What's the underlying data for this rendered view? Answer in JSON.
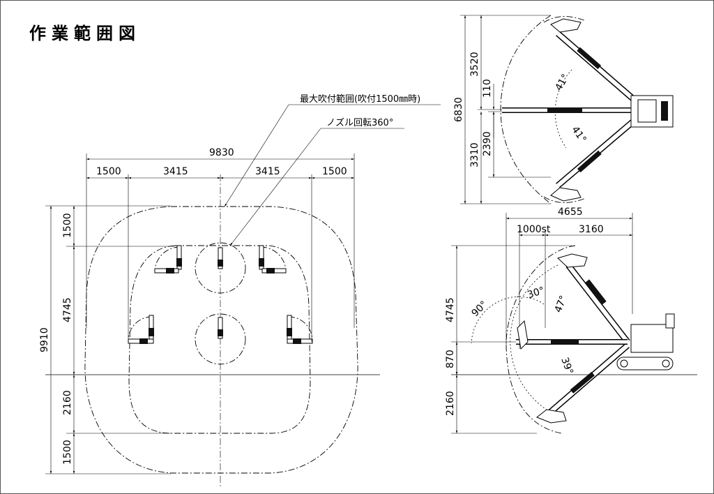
{
  "title": "作業範囲図",
  "callouts": {
    "max_spray": "最大吹付範囲(吹付1500㎜時)",
    "nozzle": "ノズル回転360°"
  },
  "left_view": {
    "width_total": "9830",
    "width_parts": [
      "1500",
      "3415",
      "3415",
      "1500"
    ],
    "height_total": "9910",
    "height_parts": [
      "1500",
      "4745",
      "2160",
      "1500"
    ]
  },
  "top_right_view": {
    "height_total": "6830",
    "upper": "3520",
    "mid": "110",
    "lower_outer": "3310",
    "lower_inner": "2390",
    "angle_upper": "41°",
    "angle_lower": "41°"
  },
  "bottom_right_view": {
    "width_total": "4655",
    "stroke": "1000st",
    "reach": "3160",
    "height_upper": "4745",
    "height_mid": "870",
    "height_lower": "2160",
    "angle_90": "90°",
    "angle_30": "30°",
    "angle_47": "47°",
    "angle_39": "39°"
  }
}
